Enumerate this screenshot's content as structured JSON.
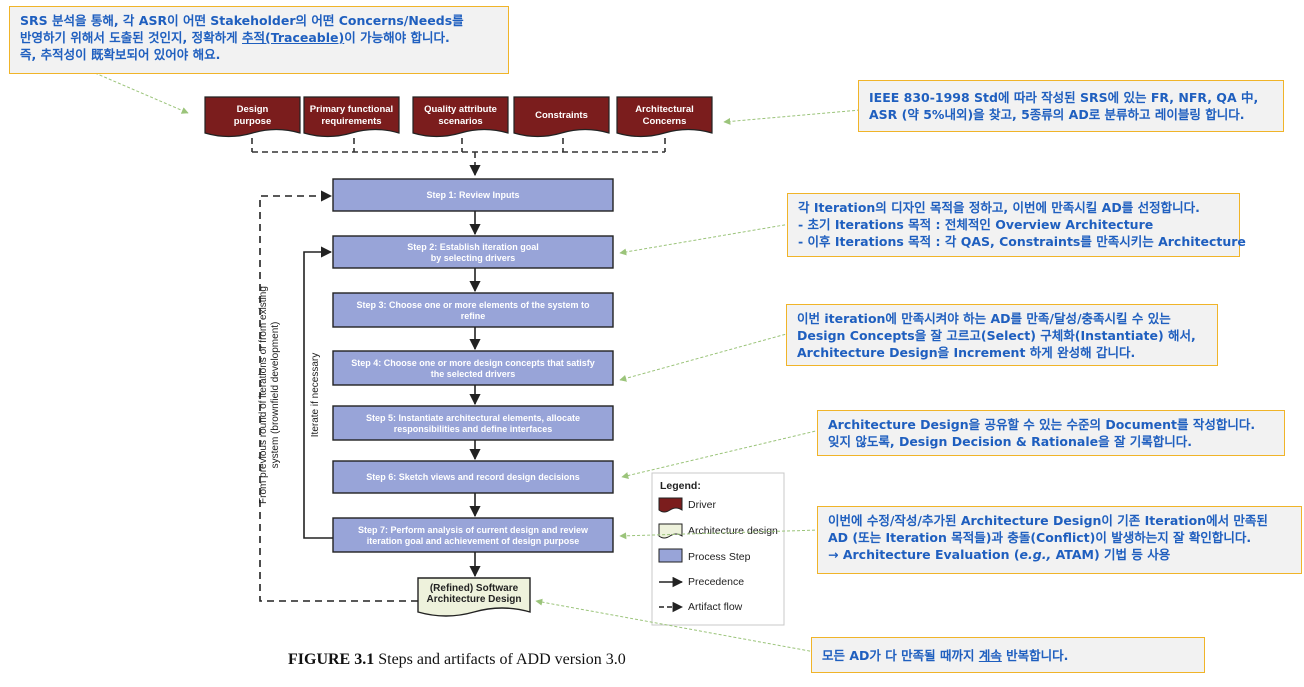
{
  "drivers": [
    "Design\npurpose",
    "Primary functional\nrequirements",
    "Quality attribute\nscenarios",
    "Constraints",
    "Architectural\nConcerns"
  ],
  "steps": [
    "Step 1: Review Inputs",
    "Step 2: Establish iteration goal\nby selecting drivers",
    "Step 3: Choose one or more elements of the system to\nrefine",
    "Step 4: Choose one or more design concepts that satisfy\nthe selected drivers",
    "Step 5: Instantiate architectural elements, allocate\nresponsibilities and define interfaces",
    "Step 6: Sketch views and record design decisions",
    "Step 7: Perform analysis of current design and review\niteration goal and achievement of design purpose"
  ],
  "output_artifact": "(Refined) Software\nArchitecture Design",
  "side_labels": {
    "iterate": "Iterate if necessary",
    "previous_line1": "From previous round of iterations or from existing",
    "previous_line2": "system (brownfield development)"
  },
  "legend": {
    "title": "Legend:",
    "items": [
      "Driver",
      "Architecture design",
      "Process Step",
      "Precedence",
      "Artifact flow"
    ]
  },
  "caption": {
    "label": "FIGURE 3.1",
    "text": " Steps and artifacts of ADD version 3.0"
  },
  "notes": {
    "srs": {
      "l1": "SRS 분석을 통해, 각 ASR이 어떤 Stakeholder의 어떤 Concerns/Needs를",
      "l2a": "반영하기 위해서 도출된 것인지, 정확하게 ",
      "l2b": "추적(Traceable)",
      "l2c": "이 가능해야 합니다.",
      "l3": "즉, 추적성이 既확보되어 있어야 해요."
    },
    "ieee": {
      "l1": "IEEE 830-1998 Std에 따라 작성된 SRS에 있는 FR, NFR, QA 中,",
      "l2": "ASR (약 5%내외)을 찾고, 5종류의 AD로 분류하고 레이블링 합니다."
    },
    "iteration": {
      "l1": "각 Iteration의 디자인 목적을 정하고, 이번에 만족시킬 AD를 선정합니다.",
      "l2": " - 초기 Iterations 목적 : 전체적인 Overview Architecture",
      "l3": " - 이후 Iterations 목적 : 각 QAS, Constraints를 만족시키는 Architecture"
    },
    "concepts": {
      "l1": "이번 iteration에 만족시켜야 하는 AD를 만족/달성/충족시킬 수 있는",
      "l2": "Design Concepts을 잘 고르고(Select) 구체화(Instantiate) 해서,",
      "l3": "Architecture Design을 Increment 하게 완성해 갑니다."
    },
    "document": {
      "l1": "Architecture Design을 공유할 수 있는 수준의 Document를 작성합니다.",
      "l2": "잊지 않도록, Design Decision & Rationale을 잘 기록합니다."
    },
    "evaluation": {
      "l1": "이번에 수정/작성/추가된 Architecture Design이 기존 Iteration에서 만족된",
      "l2": "AD (또는 Iteration 목적들)과 충돌(Conflict)이 발생하는지 잘 확인합니다.",
      "l3a": "→ Architecture Evaluation (",
      "l3b": "e.g.,",
      "l3c": " ATAM) 기법 등 사용"
    },
    "repeat": {
      "a": "모든 AD가 다 만족될 때까지 ",
      "b": "계속",
      "c": " 반복합니다."
    }
  },
  "colors": {
    "driver": "#7b1d1d",
    "step": "#98a4d8",
    "artifact": "#eef2dc",
    "note_text": "#1f5fbf",
    "note_border": "#f0b429",
    "connector": "#9bc47a"
  }
}
